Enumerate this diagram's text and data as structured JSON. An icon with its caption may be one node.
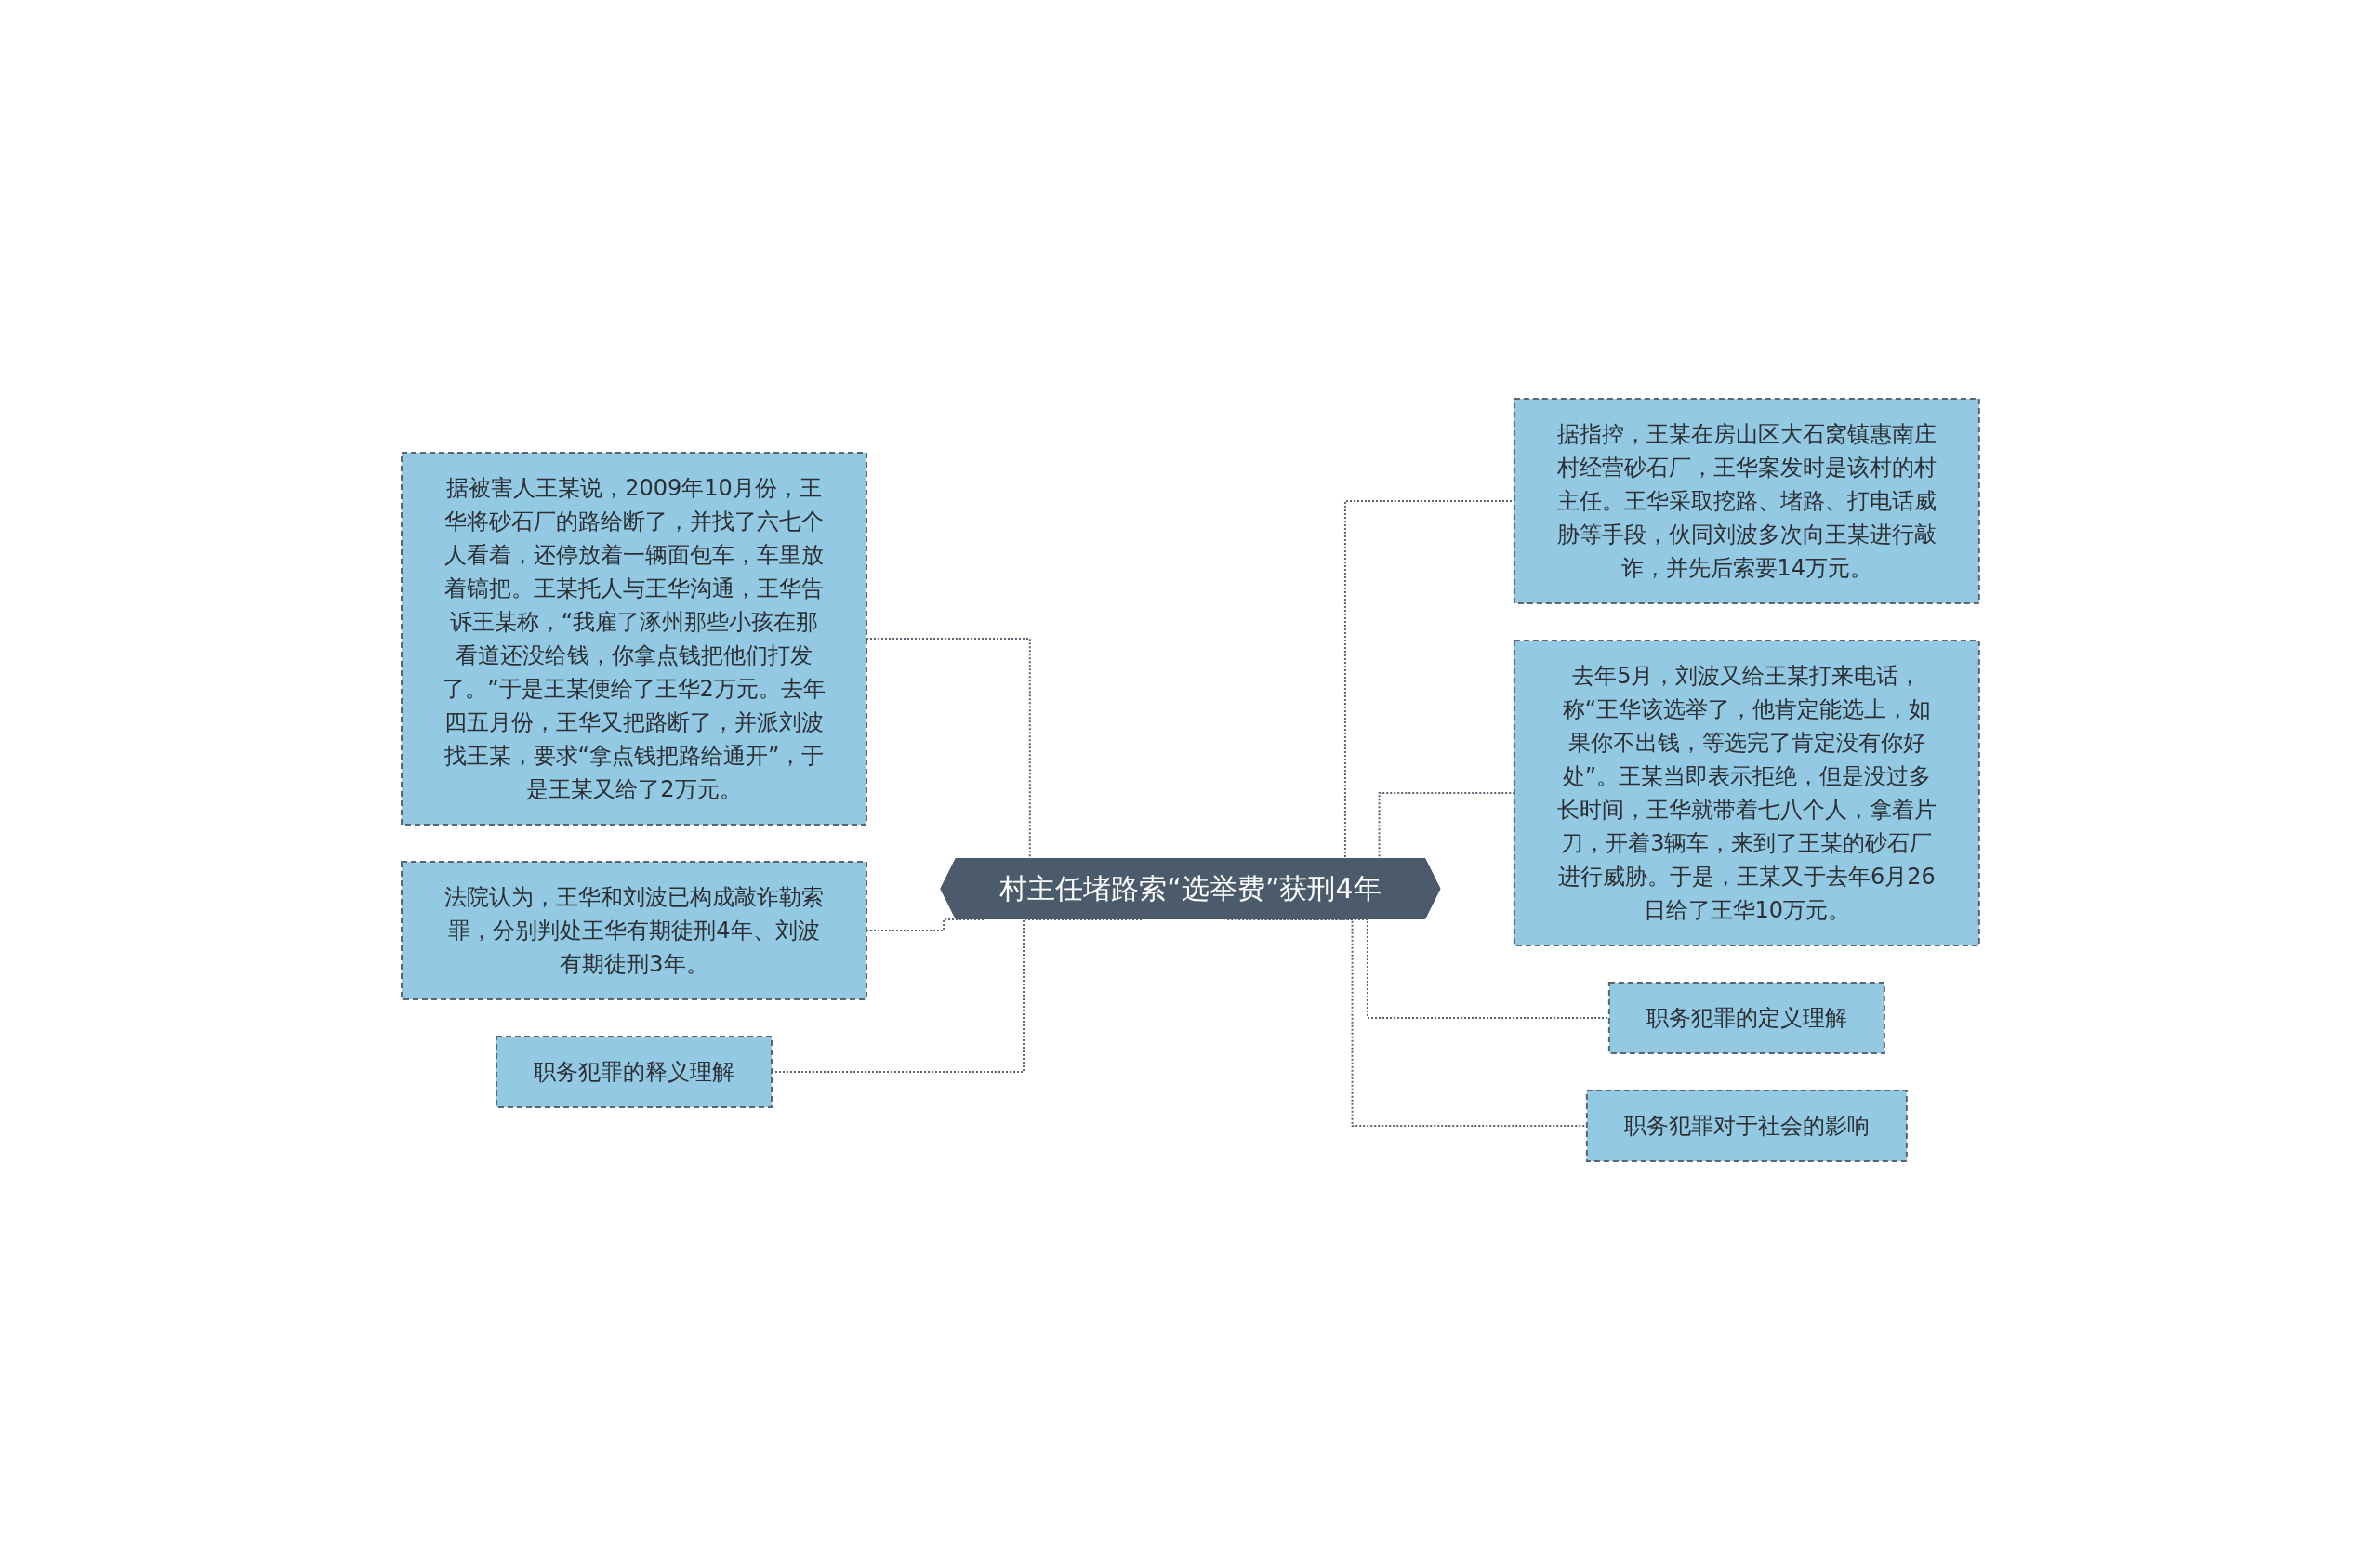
{
  "diagram": {
    "nodes": [
      {
        "text": [
          "村主任堵路索“选举费”获刑4年"
        ]
      },
      {
        "text": [
          "据被害人王某说，2009年10月份，王华将砂石厂的路给断了，并找了六七个人看着，还停放着一辆面包车，车里放着镐把。王某托人与王华沟通，王华告诉王某称，“我雇了涿州那些小孩在那看道还没给钱，你拿点钱把他们打发了。”于是王某便给了王华2万元。去年四五月份，王华又把路断了，并派刘波找王某，要求“拿点钱把路给通开”，于是王某又给了2万元。"
        ]
      },
      {
        "text": [
          "法院认为，王华和刘波已构成敲诈勒索罪，分别判处王华有期徒刑4年、刘波有期徒刑3年。"
        ]
      },
      {
        "text": [
          "职务犯罪的释义理解"
        ]
      },
      {
        "text": [
          "据指控，王某在房山区大石窝镇惠南庄村经营砂石厂，王华案发时是该村的村主任。王华采取挖路、堵路、打电话威胁等手段，伙同刘波多次向王某进行敲诈，并先后索要14万元。"
        ]
      },
      {
        "text": [
          "去年5月，刘波又给王某打来电话，称“王华该选举了，他肯定能选上，如果你不出钱，等选完了肯定没有你好处”。王某当即表示拒绝，但是没过多长时间，王华就带着七八个人，拿着片刀，开着3辆车，来到了王某的砂石厂进行威胁。于是，王某又于去年6月26日给了王华10万元。"
        ]
      },
      {
        "text": [
          "职务犯罪的定义理解"
        ]
      },
      {
        "text": [
          "职务犯罪对于社会的影响"
        ]
      }
    ],
    "edges": [
      {
        "from": 1,
        "to": 0,
        "arrow": "none",
        "style": "dashed"
      },
      {
        "from": 2,
        "to": 0,
        "arrow": "none",
        "style": "dashed"
      },
      {
        "from": 3,
        "to": 0,
        "arrow": "none",
        "style": "dashed"
      },
      {
        "from": 0,
        "to": 4,
        "arrow": "none",
        "style": "dashed"
      },
      {
        "from": 0,
        "to": 5,
        "arrow": "none",
        "style": "dashed"
      },
      {
        "from": 0,
        "to": 6,
        "arrow": "none",
        "style": "dashed"
      },
      {
        "from": 0,
        "to": 7,
        "arrow": "none",
        "style": "dashed"
      }
    ]
  }
}
